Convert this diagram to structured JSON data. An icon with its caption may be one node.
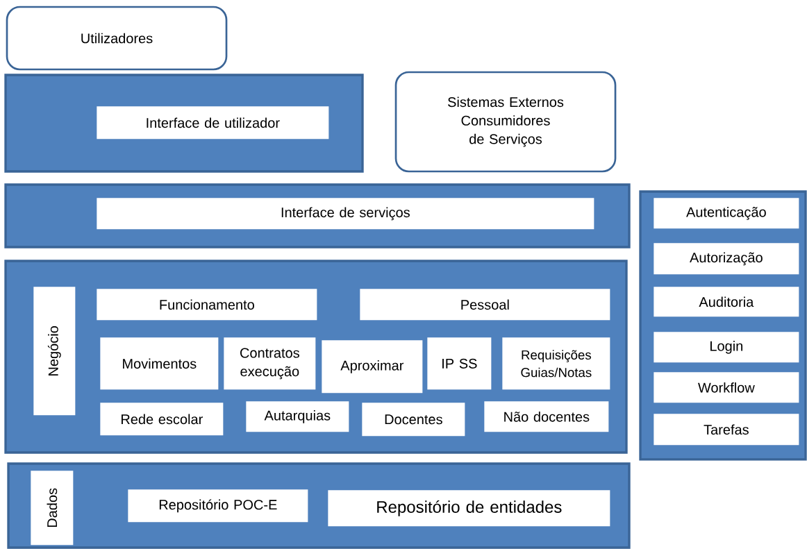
{
  "diagram": {
    "nodes": [
      {
        "text": [
          "Utilizadores"
        ]
      },
      {
        "text": [],
        "shape": "box"
      },
      {
        "text": [
          "Interface de utilizador"
        ],
        "in": 1
      },
      {
        "text": [
          "Sistemas Externos Consumidores de Serviços"
        ]
      },
      {
        "text": [],
        "shape": "box"
      },
      {
        "text": [
          "Interface de serviços"
        ],
        "in": 4
      },
      {
        "text": [],
        "shape": "box"
      },
      {
        "text": [
          "Autenticação"
        ],
        "in": 6
      },
      {
        "text": [
          "Autorização"
        ],
        "in": 6
      },
      {
        "text": [
          "Auditoria"
        ],
        "in": 6
      },
      {
        "text": [
          "Login"
        ],
        "in": 6
      },
      {
        "text": [
          "Workflow"
        ],
        "in": 6
      },
      {
        "text": [
          "Tarefas"
        ],
        "in": 6
      },
      {
        "text": [],
        "shape": "box"
      },
      {
        "text": [
          "Negócio"
        ],
        "in": 13
      },
      {
        "text": [
          "Funcionamento"
        ],
        "in": 13
      },
      {
        "text": [
          "Pessoal"
        ],
        "in": 13
      },
      {
        "text": [
          "Movimentos"
        ],
        "in": 13
      },
      {
        "text": [
          "Contratos execução"
        ],
        "in": 13
      },
      {
        "text": [
          "Aproximar"
        ],
        "in": 13
      },
      {
        "text": [
          "IP SS"
        ],
        "in": 13
      },
      {
        "text": [
          "Requisições Guias/Notas"
        ],
        "in": 13
      },
      {
        "text": [
          "Rede escolar"
        ],
        "in": 13
      },
      {
        "text": [
          "Autarquias"
        ],
        "in": 13
      },
      {
        "text": [
          "Docentes"
        ],
        "in": 13
      },
      {
        "text": [
          "Não docentes"
        ],
        "in": 13
      },
      {
        "text": [],
        "shape": "box"
      },
      {
        "text": [
          "Dados"
        ],
        "in": 26
      },
      {
        "text": [
          "Repositório POC-E"
        ],
        "in": 26
      },
      {
        "text": [
          "Repositório de entidades"
        ],
        "in": 26
      }
    ]
  }
}
